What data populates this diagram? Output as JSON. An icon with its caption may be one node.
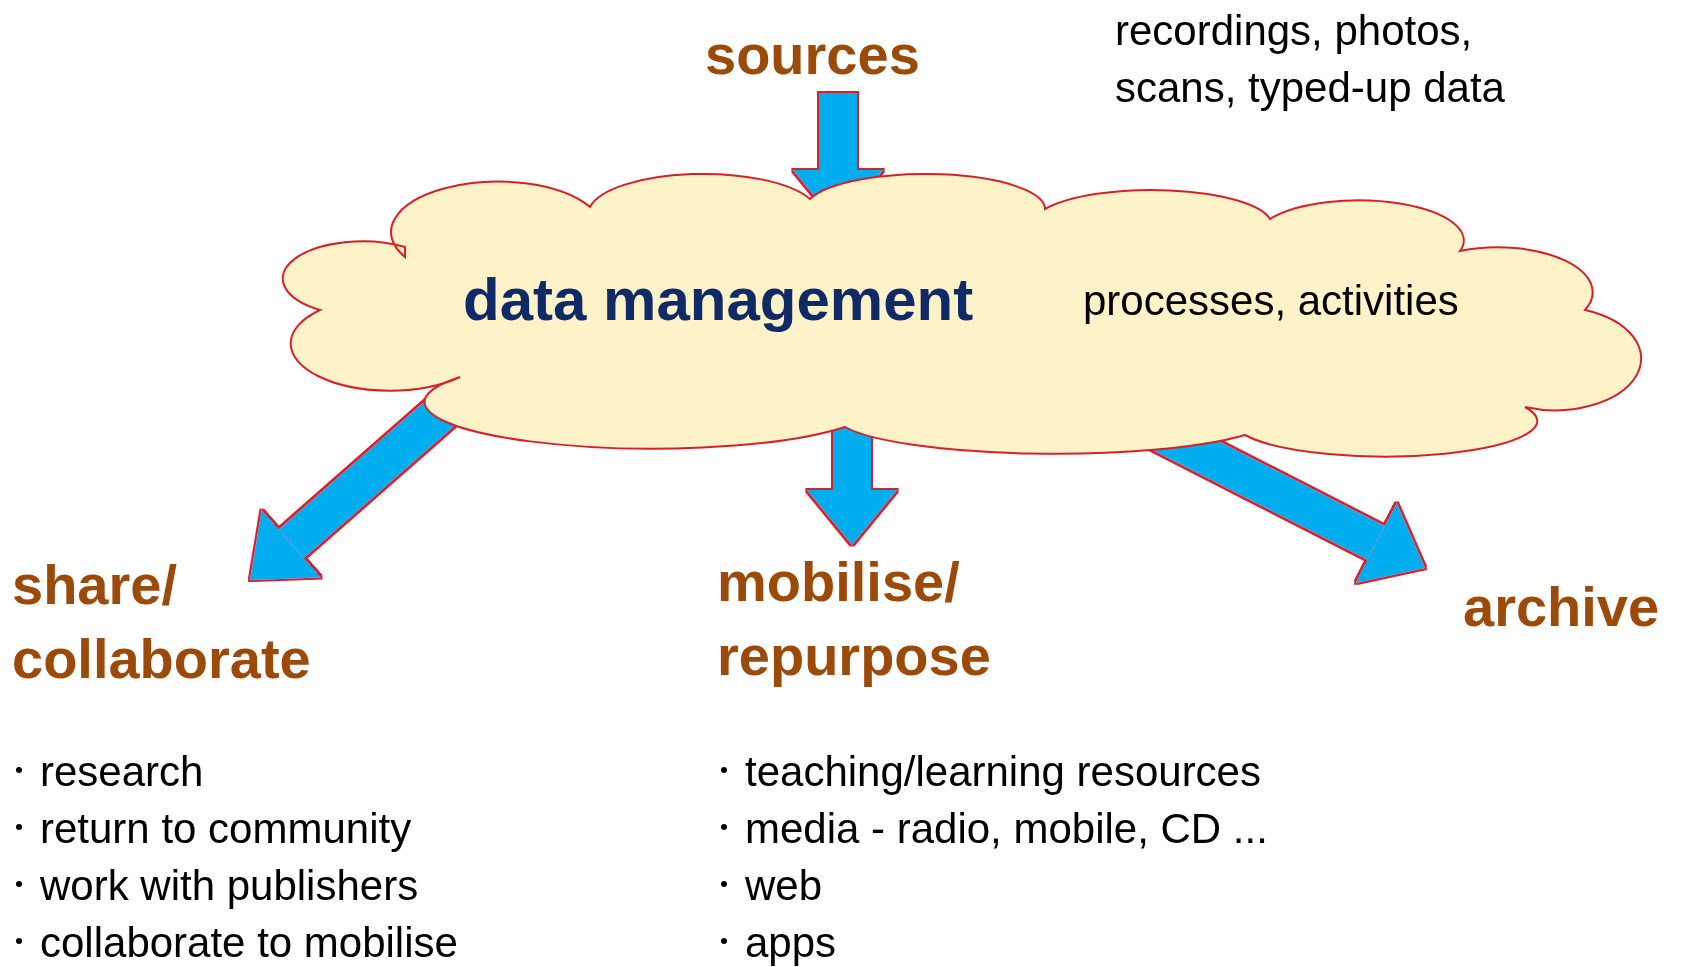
{
  "diagram": {
    "nodes": [
      {
        "text": [
          "sources"
        ]
      },
      {
        "text": [
          "data management",
          "processes, activities"
        ]
      },
      {
        "text": [
          "share/ collaborate"
        ],
        "beside": [
          "research",
          "return to community",
          "work with publishers",
          "collaborate to mobilise"
        ]
      },
      {
        "text": [
          "mobilise/ repurpose"
        ],
        "beside": [
          "teaching/learning resources",
          "media - radio, mobile, CD ...",
          "web",
          "apps"
        ]
      },
      {
        "text": [
          "archive"
        ]
      }
    ],
    "edges": [
      {
        "from": 0,
        "to": 1,
        "arrow": "to"
      },
      {
        "from": 1,
        "to": 2,
        "arrow": "to"
      },
      {
        "from": 1,
        "to": 3,
        "arrow": "to"
      },
      {
        "from": 1,
        "to": 4,
        "arrow": "to"
      }
    ],
    "labels": [
      "recordings, photos, scans, typed-up data"
    ]
  }
}
